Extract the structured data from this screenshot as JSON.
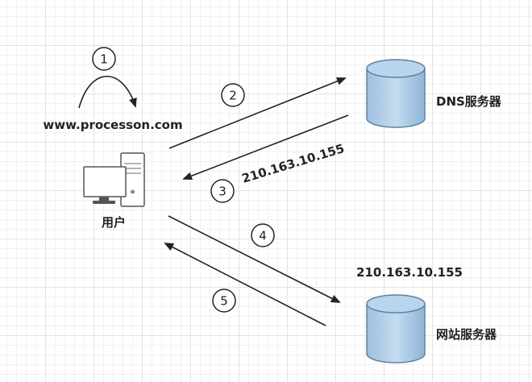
{
  "nodes": {
    "domain": "www.processon.com",
    "user": "用户",
    "dns_server": "DNS服务器",
    "web_server": "网站服务器"
  },
  "ip_labels": {
    "dns_reply": "210.163.10.155",
    "web_request": "210.163.10.155"
  },
  "steps": [
    "1",
    "2",
    "3",
    "4",
    "5"
  ],
  "colors": {
    "cylinder_fill": "#aecde8",
    "cylinder_stroke": "#5b7d9c",
    "arrow": "#222222"
  }
}
